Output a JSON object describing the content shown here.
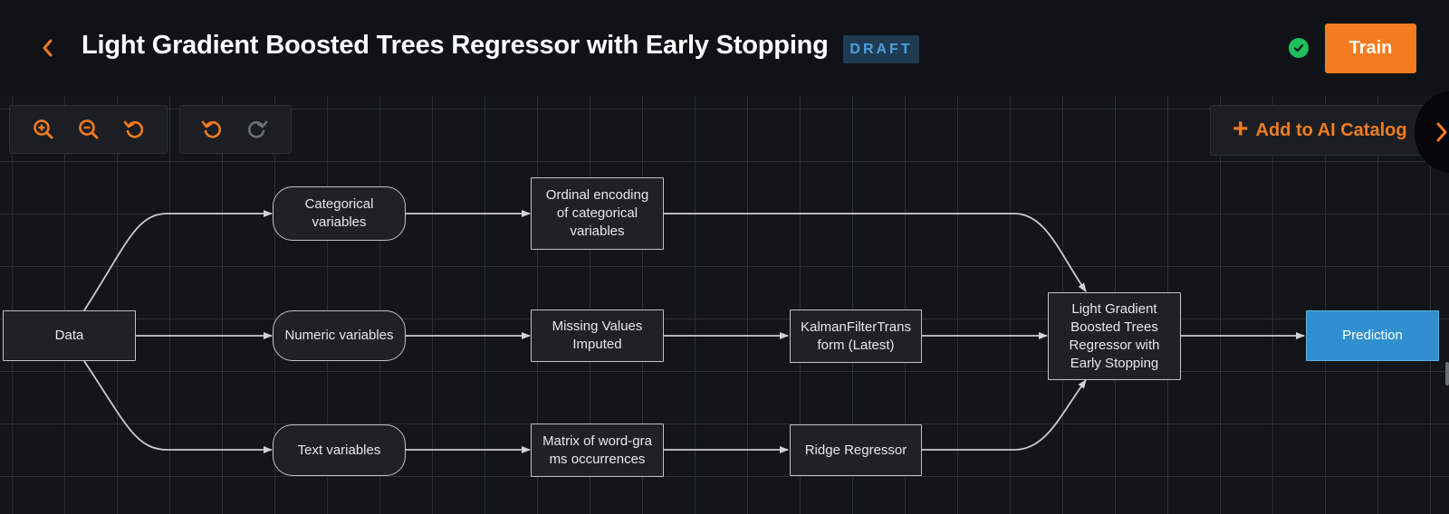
{
  "header": {
    "title": "Light Gradient Boosted Trees Regressor with Early Stopping",
    "badge": "DRAFT",
    "status_icon": "check-circle-icon",
    "status_color": "#1fbf5f",
    "train_label": "Train",
    "accent_color": "#f47b20"
  },
  "toolbar": {
    "zoom_in_icon": "zoom-in-icon",
    "zoom_out_icon": "zoom-out-icon",
    "reset_icon": "reset-view-icon",
    "undo_icon": "undo-icon",
    "redo_icon": "redo-icon",
    "add_catalog_label": "Add to AI Catalog"
  },
  "graph": {
    "nodes": {
      "data": "Data",
      "categorical": "Categorical variables",
      "numeric": "Numeric variables",
      "text": "Text variables",
      "ordinal": "Ordinal encoding of categorical variables",
      "missing": "Missing Values Imputed",
      "matrix": "Matrix of word-grams occurrences",
      "kalman": "KalmanFilterTransform (Latest)",
      "ridge": "Ridge Regressor",
      "lgbt": "Light Gradient Boosted Trees Regressor with Early Stopping",
      "prediction": "Prediction"
    },
    "output_color": "#2f8fd0"
  }
}
